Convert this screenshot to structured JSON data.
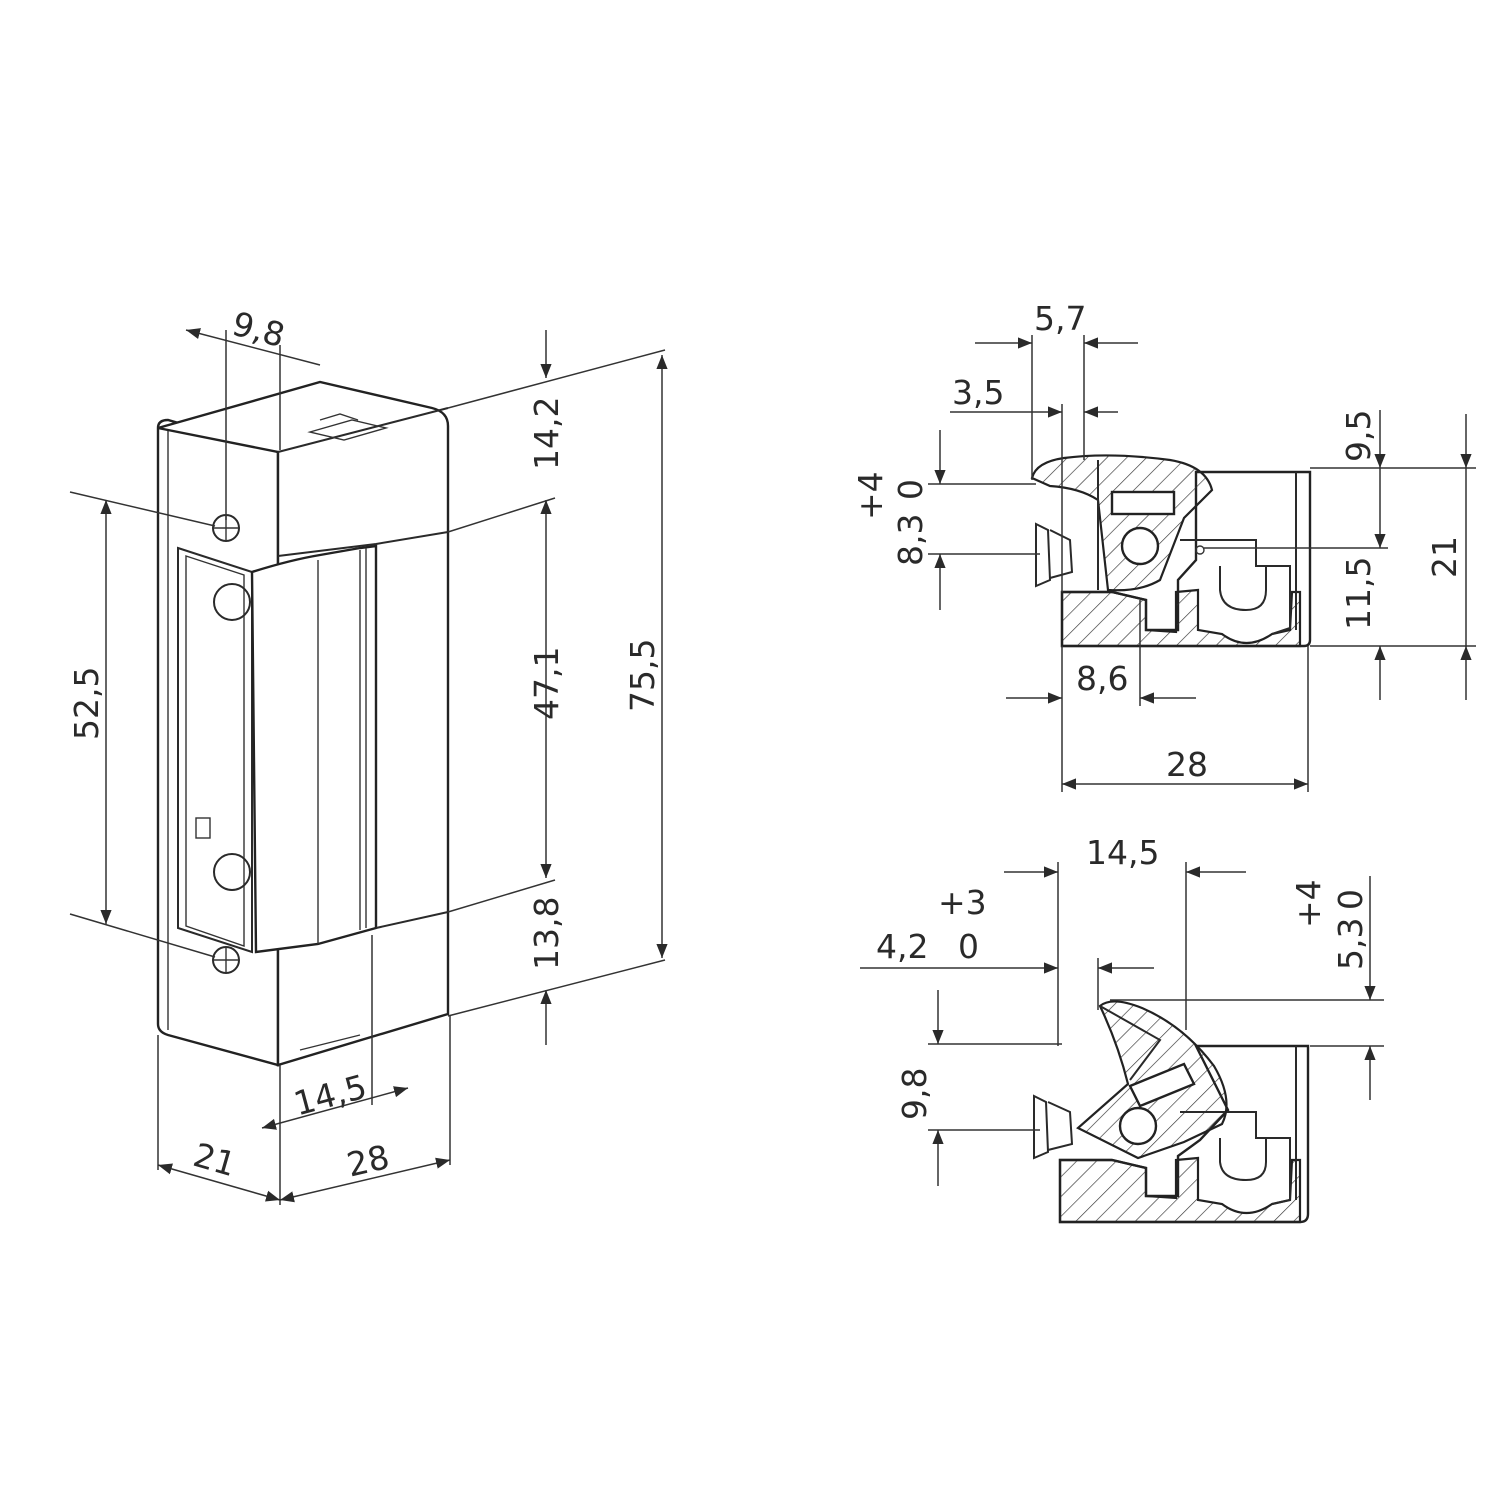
{
  "colors": {
    "ink": "#2a2a2a",
    "paper": "#ffffff"
  },
  "front_view": {
    "dims": {
      "top_pitch": "9,8",
      "screw_spacing": "52,5",
      "top_offset": "14,2",
      "latch_height": "47,1",
      "bottom_offset": "13,8",
      "total_height": "75,5",
      "bottom_width_a": "14,5",
      "depth": "21",
      "width": "28"
    }
  },
  "section_closed": {
    "dims": {
      "top_width": "5,7",
      "inner_width": "3,5",
      "tol_plus": "+4",
      "tol_zero": "0",
      "height_83": "8,3",
      "height_95": "9,5",
      "height_115": "11,5",
      "height_21": "21",
      "bottom_86": "8,6",
      "bottom_28": "28"
    }
  },
  "section_open": {
    "dims": {
      "top_145": "14,5",
      "tol_plus3": "+3",
      "tol_zero_a": "0",
      "left_42": "4,2",
      "tol_plus4": "+4",
      "tol_zero_b": "0",
      "right_53": "5,3",
      "left_98": "9,8"
    }
  }
}
